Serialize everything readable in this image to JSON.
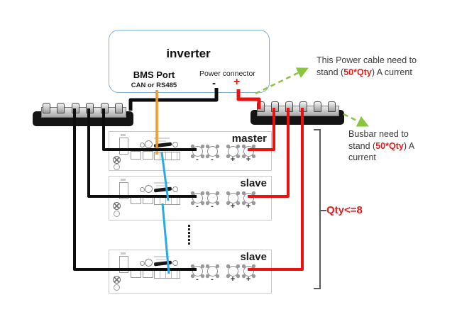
{
  "colors": {
    "wire_black": "#0d0d0d",
    "wire_red": "#e8130f",
    "wire_orange": "#f59a23",
    "wire_blue": "#29abe2",
    "arrow_green": "#8bc53f",
    "text_red": "#e02020",
    "inverter_border": "#7fb2d8"
  },
  "inverter": {
    "title": "inverter",
    "bms_port_label": "BMS Port",
    "bms_sub_label": "CAN or RS485",
    "power_connector_label": "Power connector",
    "minus_label": "-",
    "plus_label": "+"
  },
  "units": [
    {
      "label": "master",
      "terminals": [
        "-",
        "-",
        "+",
        "+"
      ]
    },
    {
      "label": "slave",
      "terminals": [
        "-",
        "-",
        "+",
        "+"
      ]
    },
    {
      "label": "slave",
      "terminals": [
        "-",
        "-",
        "+",
        "+"
      ]
    }
  ],
  "annotations": {
    "power_cable": {
      "line1": "This Power cable need to",
      "line2_pre": "stand (",
      "highlight": "50*Qty",
      "line2_post": ") A current"
    },
    "busbar": {
      "line1": "Busbar need to",
      "line2_pre": "stand (",
      "highlight": "50*Qty",
      "line2_post": ") A",
      "line3": "current"
    },
    "qty_limit": "Qty<=8"
  }
}
